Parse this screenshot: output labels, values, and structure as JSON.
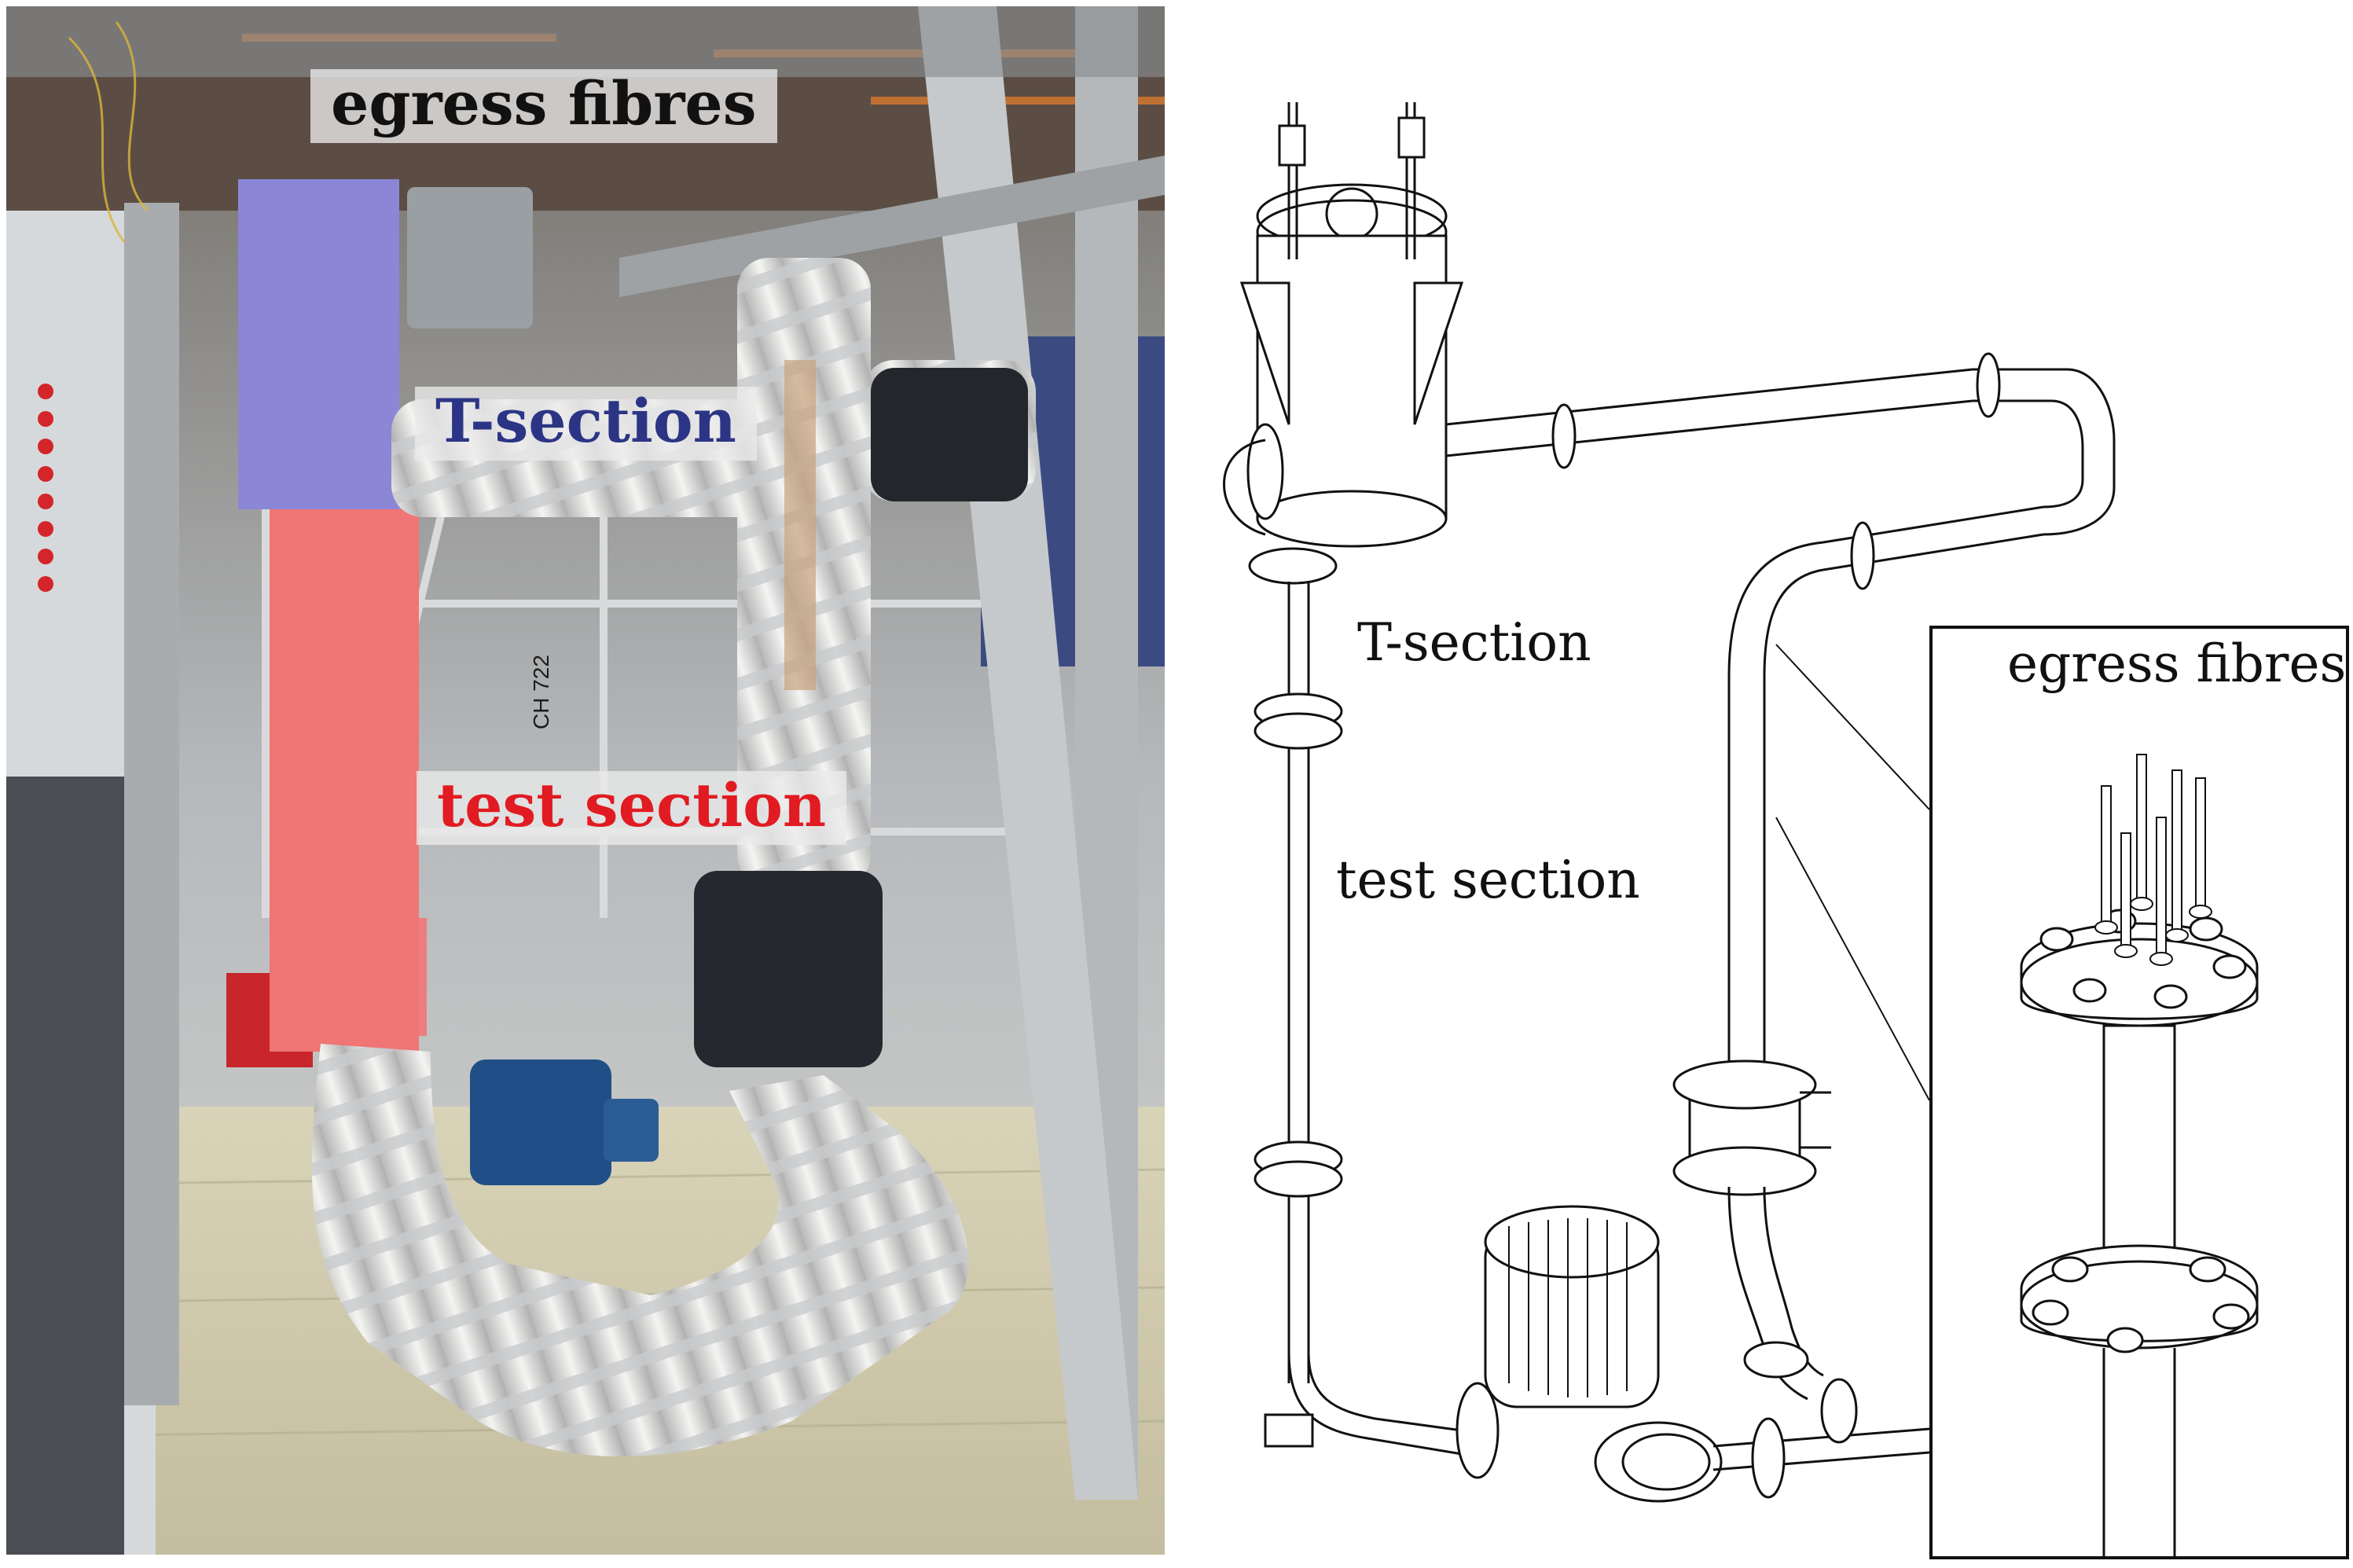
{
  "photo": {
    "labels": {
      "egress_fibres": "egress fibres",
      "t_section": "T-section",
      "test_section": "test section"
    },
    "rack_marking": "CH 722",
    "colors": {
      "egress_highlight": "#8b86d6",
      "test_highlight": "#f07575",
      "t_section_text": "#2c3585",
      "test_section_text": "#e11b22",
      "egress_text": "#111111"
    }
  },
  "drawing": {
    "labels": {
      "t_section": "T-section",
      "test_section": "test section"
    },
    "inset": {
      "label": "egress fibres"
    }
  }
}
